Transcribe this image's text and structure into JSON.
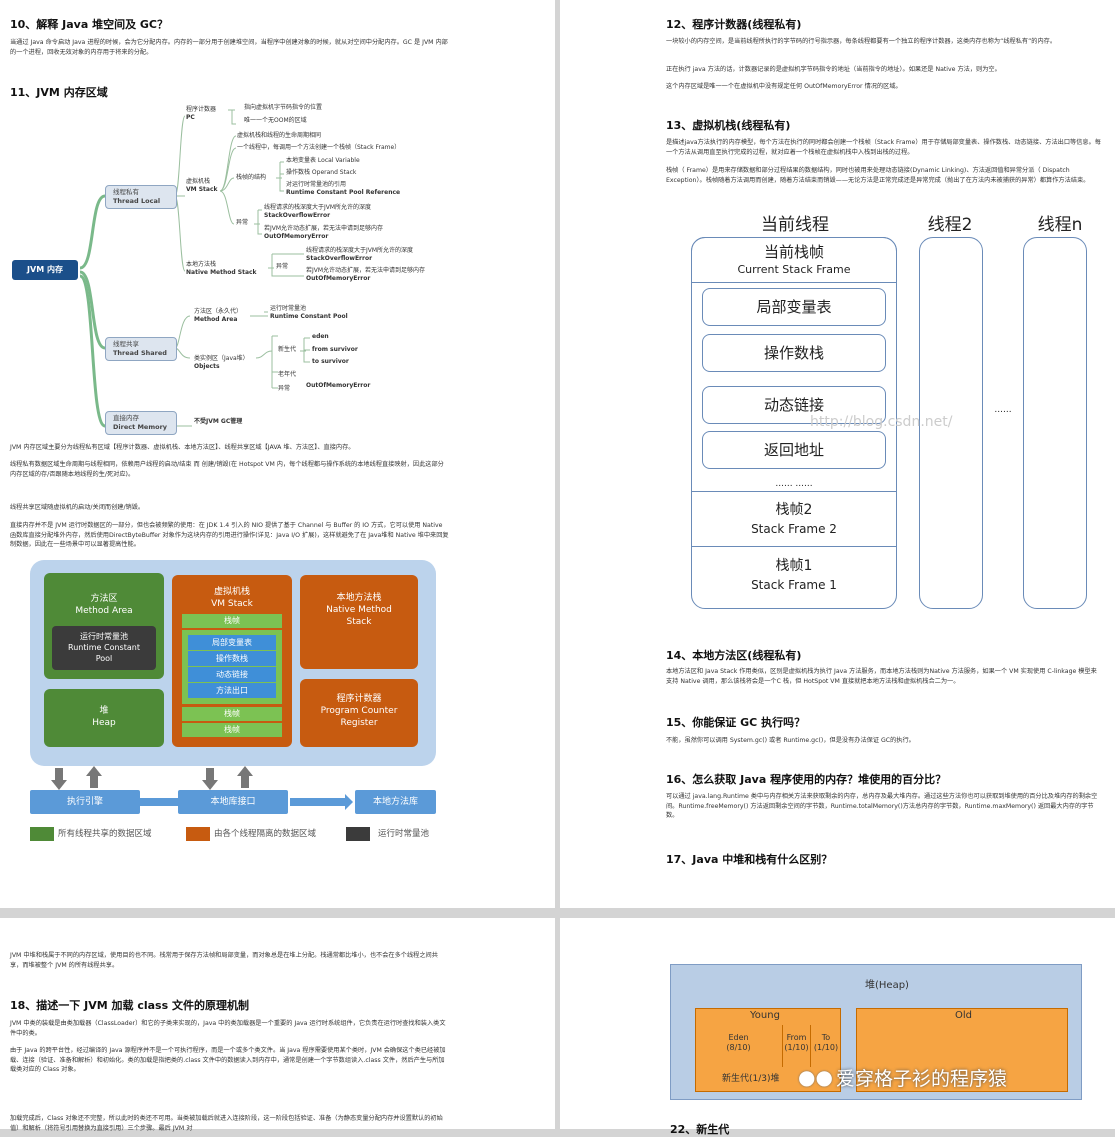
{
  "page1": {
    "h10": "10、解释 Java 堆空间及 GC？",
    "p10": "当通过 Java 命令启动 Java 进程的时候，会为它分配内存。内存的一部分用于创建堆空间，当程序中创建对象的时候，就从对空间中分配内存。GC 是 JVM 内部的一个进程，回收无效对象的内存用于将来的分配。",
    "h11": "11、JVM 内存区域",
    "mind": {
      "root": "JVM 内存",
      "tl_cn": "线程私有",
      "tl_en": "Thread Local",
      "pc_cn": "程序计数器",
      "pc_en": "PC",
      "pc_1": "指向虚拟机字节码指令的位置",
      "pc_2": "唯一一个无OOM的区域",
      "vs_cn": "虚拟机栈",
      "vs_en": "VM Stack",
      "vs_1": "虚拟机栈和线程的生命周期相同",
      "vs_2": "一个线程中，每调用一个方法创建一个栈帧（Stack Frame）",
      "vs_struct": "栈帧的结构",
      "vs_s1": "本地变量表 Local Variable",
      "vs_s2": "操作数栈 Operand Stack",
      "vs_s3a": "对运行时常量池的引用",
      "vs_s3b": "Runtime Constant Pool Reference",
      "vs_ex": "异常",
      "vs_e1a": "线程请求的栈深度大于JVM所允许的深度",
      "vs_e1b": "StackOverflowError",
      "vs_e2a": "若JVM允许动态扩展，若无法申请到足够内存",
      "vs_e2b": "OutOfMemoryError",
      "nm_cn": "本地方法栈",
      "nm_en": "Native Method Stack",
      "nm_ex": "异常",
      "nm_e1a": "线程请求的栈深度大于JVM所允许的深度",
      "nm_e1b": "StackOverflowError",
      "nm_e2a": "若JVM允许动态扩展，若无法申请到足够内存",
      "nm_e2b": "OutOfMemoryError",
      "ts_cn": "线程共享",
      "ts_en": "Thread Shared",
      "ma_cn": "方法区（永久代）",
      "ma_en": "Method Area",
      "ma_1a": "运行时常量池",
      "ma_1b": "Runtime Constant Pool",
      "ob_cn": "类实例区（Java堆）",
      "ob_en": "Objects",
      "young": "新生代",
      "eden": "eden",
      "from": "from survivor",
      "to": "to survivor",
      "old": "老年代",
      "ob_ex": "异常",
      "ob_oom": "OutOfMemoryError",
      "dm_cn": "直接内存",
      "dm_en": "Direct Memory",
      "dm_1": "不受JVM GC管理"
    },
    "p11a": "JVM 内存区域主要分为线程私有区域【程序计数器、虚拟机栈、本地方法区】、线程共享区域【JAVA 堆、方法区】、直接内存。",
    "p11b": "线程私有数据区域生命周期与线程相同，依赖用户线程的启动/结束 而 创建/销毁(在 Hotspot VM 内，每个线程都与操作系统的本地线程直接映射，因此这部分内存区域的存/否跟随本地线程的生/死对应)。",
    "p11c": "线程共享区域随虚拟机的启动/关闭而创建/销毁。",
    "p11d": "直接内存并不是 JVM 运行时数据区的一部分，但也会被频繁的使用：在 JDK 1.4 引入的 NIO 提供了基于 Channel 与 Buffer 的 IO 方式，它可以使用 Native 函数库直接分配堆外内存，然后使用DirectByteBuffer 对象作为这块内存的引用进行操作(详见：Java I/O 扩展)，这样就避免了在 Java堆和 Native 堆中来回复制数据，因此在一些场景中可以显著提高性能。",
    "rt": {
      "ma1": "方法区",
      "ma2": "Method Area",
      "rcp1": "运行时常量池",
      "rcp2": "Runtime Constant",
      "rcp3": "Pool",
      "heap1": "堆",
      "heap2": "Heap",
      "vm1": "虚拟机栈",
      "vm2": "VM Stack",
      "frame": "栈帧",
      "lv": "局部变量表",
      "os": "操作数栈",
      "dl": "动态链接",
      "ra": "方法出口",
      "ns1": "本地方法栈",
      "ns2": "Native Method",
      "ns3": "Stack",
      "pc1": "程序计数器",
      "pc2": "Program Counter",
      "pc3": "Register",
      "ee": "执行引擎",
      "ni": "本地库接口",
      "nl": "本地方法库",
      "leg1": "所有线程共享的数据区域",
      "leg2": "由各个线程隔离的数据区域",
      "leg3": "运行时常量池"
    }
  },
  "page2": {
    "h12": "12、程序计数器(线程私有)",
    "p12a": "一块较小的内存空间，是当前线程所执行的字节码的行号指示器，每条线程都要有一个独立的程序计数器，这类内存也称为“线程私有”的内存。",
    "p12b": "正在执行 java 方法的话，计数器记录的是虚拟机字节码指令的地址（当前指令的地址）。如果还是 Native 方法，则为空。",
    "p12c": "这个内存区域是唯一一个在虚拟机中没有规定任何 OutOfMemoryError 情况的区域。",
    "h13": "13、虚拟机栈(线程私有)",
    "p13a": "是描述java方法执行的内存模型，每个方法在执行的同时都会创建一个栈帧（Stack Frame）用于存储局部变量表、操作数栈、动态链接、方法出口等信息。每一个方法从调用直至执行完成的过程，就对应着一个栈帧在虚拟机栈中入栈到出栈的过程。",
    "p13b": "栈帧（ Frame）是用来存储数据和部分过程结果的数据结构，同时也被用来处理动态链接(Dynamic Linking)、方法返回值和异常分派（ Dispatch Exception）。栈帧随着方法调用而创建，随着方法结束而销毁——无论方法是正常完成还是异常完成（抛出了在方法内未被捕获的异常）都算作方法结束。",
    "sf": {
      "cur": "当前线程",
      "t2": "线程2",
      "tn": "线程n",
      "csf1": "当前栈帧",
      "csf2": "Current Stack Frame",
      "lv": "局部变量表",
      "os": "操作数栈",
      "dl": "动态链接",
      "ra": "返回地址",
      "dots": "...... ......",
      "mid": "......",
      "sf2a": "栈帧2",
      "sf2b": "Stack Frame 2",
      "sf1a": "栈帧1",
      "sf1b": "Stack Frame 1",
      "wm": "http://blog.csdn.net/"
    },
    "h14": "14、本地方法区(线程私有)",
    "p14": "本地方法区和 Java Stack 作用类似，区别是虚拟机栈为执行 Java 方法服务，而本地方法栈则为Native 方法服务，如果一个 VM 实现使用 C-linkage 模型来支持 Native 调用，那么该栈将会是一个C 栈，但 HotSpot VM 直接就把本地方法栈和虚拟机栈合二为一。",
    "h15": "15、你能保证 GC 执行吗？",
    "p15": "不能，虽然你可以调用 System.gc() 或者 Runtime.gc()，但是没有办法保证 GC的执行。",
    "h16": "16、怎么获取 Java 程序使用的内存？堆使用的百分比？",
    "p16": "可以通过 java.lang.Runtime 类中与内存相关方法来获取剩余的内存，总内存及最大堆内存。通过这些方法你也可以获取到堆使用的百分比及堆内存的剩余空间。Runtime.freeMemory() 方法返回剩余空间的字节数，Runtime.totalMemory()方法总内存的字节数，Runtime.maxMemory() 返回最大内存的字节数。",
    "h17": "17、Java 中堆和栈有什么区别？"
  },
  "page3": {
    "p17": "JVM 中堆和栈属于不同的内存区域，使用目的也不同。栈常用于保存方法帧和局部变量，而对象总是在堆上分配。栈通常都比堆小，也不会在多个线程之间共享，而堆被整个 JVM 的所有线程共享。",
    "h18": "18、描述一下 JVM 加载 class 文件的原理机制",
    "p18a": "JVM 中类的装载是由类加载器（ClassLoader）和它的子类来实现的，Java 中的类加载器是一个重要的 Java 运行时系统组件，它负责在运行时查找和装入类文件中的类。",
    "p18b": "由于 Java 的跨平台性，经过编译的 Java 源程序并不是一个可执行程序，而是一个或多个类文件。当 Java 程序需要使用某个类时，JVM 会确保这个类已经被加载、连接（验证、准备和解析）和初始化。类的加载是指把类的.class 文件中的数据读入到内存中，通常是创建一个字节数组读入.class 文件，然后产生与所加载类对应的 Class 对象。",
    "p18c": "加载完成后，Class 对象还不完整，所以此时的类还不可用。当类被加载后就进入连接阶段，这一阶段包括验证、准备（为静态变量分配内存并设置默认的初始值）和解析（将符号引用替换为直接引用）三个步骤。最后 JVM 对"
  },
  "page4": {
    "heap": "堆(Heap)",
    "young": "Young",
    "old": "Old",
    "eden1": "Eden",
    "eden2": "(8/10)",
    "from1": "From",
    "from2": "(1/10)",
    "to1": "To",
    "to2": "(1/10)",
    "newgen": "新生代(1/3)堆",
    "wechat": "爱穿格子衫的程序猿",
    "h_partial": "22、新生代"
  }
}
